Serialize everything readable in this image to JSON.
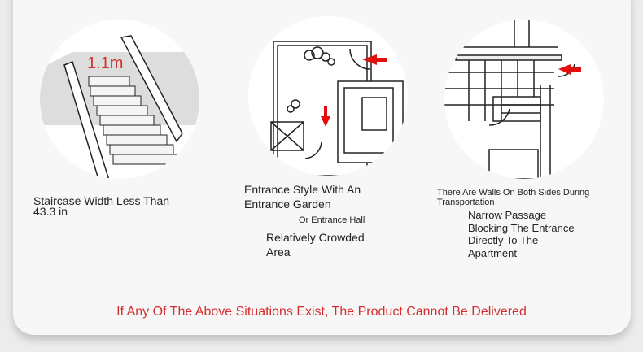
{
  "items": [
    {
      "diagram_label": "1.1m",
      "caption_lines": [
        "Staircase Width Less Than",
        "43.3 in"
      ]
    },
    {
      "caption_lines": [
        "Entrance Style With An",
        "Entrance Garden"
      ],
      "sub": "Or Entrance Hall",
      "extra_lines": [
        "Relatively Crowded",
        "Area"
      ]
    },
    {
      "caption_lines": [
        "There Are Walls On Both Sides During",
        "Transportation"
      ],
      "extra_lines": [
        "Narrow Passage",
        "Blocking The Entrance",
        "Directly To The",
        "Apartment"
      ]
    }
  ],
  "warning": "If Any Of The Above Situations Exist, The Product Cannot Be Delivered",
  "colors": {
    "accent": "#d32f2f",
    "card": "#f7f7f7"
  }
}
